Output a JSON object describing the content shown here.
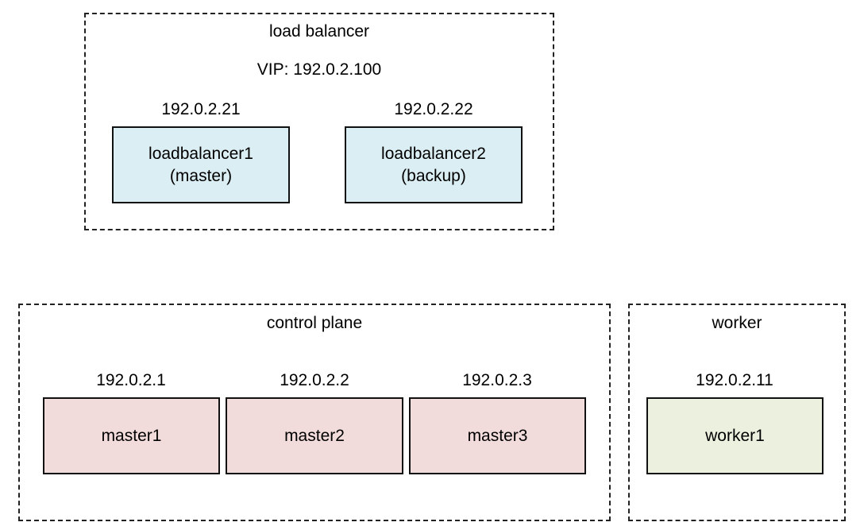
{
  "load_balancer": {
    "title": "load balancer",
    "vip": "VIP: 192.0.2.100",
    "nodes": [
      {
        "ip": "192.0.2.21",
        "name": "loadbalancer1",
        "role": "(master)"
      },
      {
        "ip": "192.0.2.22",
        "name": "loadbalancer2",
        "role": "(backup)"
      }
    ],
    "fill": "#dbeef3"
  },
  "control_plane": {
    "title": "control plane",
    "nodes": [
      {
        "ip": "192.0.2.1",
        "name": "master1"
      },
      {
        "ip": "192.0.2.2",
        "name": "master2"
      },
      {
        "ip": "192.0.2.3",
        "name": "master3"
      }
    ],
    "fill": "#f2dcdb"
  },
  "worker": {
    "title": "worker",
    "nodes": [
      {
        "ip": "192.0.2.11",
        "name": "worker1"
      }
    ],
    "fill": "#ebf1de"
  }
}
